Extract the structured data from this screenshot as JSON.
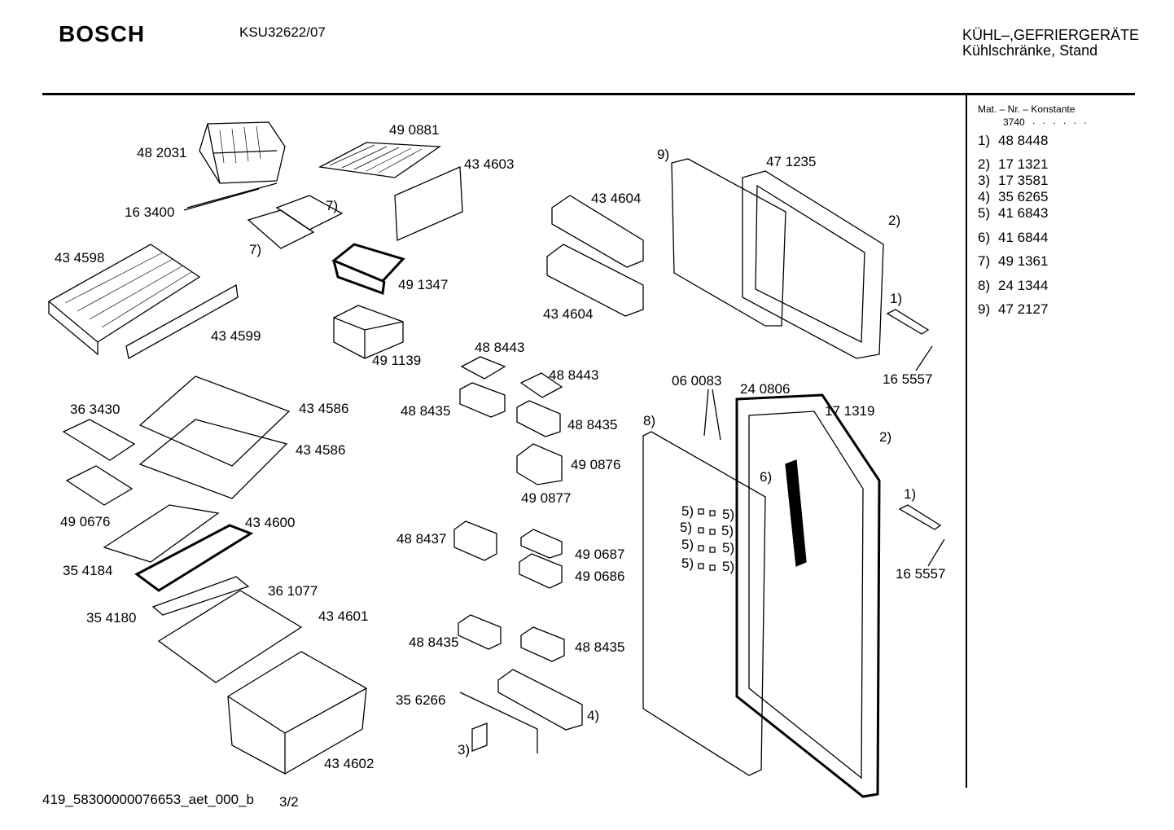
{
  "header": {
    "brand": "BOSCH",
    "model": "KSU32622/07",
    "category_line1": "KÜHL–,GEFRIERGERÄTE",
    "category_line2": "Kühlschränke, Stand"
  },
  "legend": {
    "title": "Mat. – Nr. – Konstante",
    "value": "3740",
    "dots": ". .  . . . .",
    "items": [
      {
        "key": "1)",
        "num": "48 8448"
      },
      {
        "key": "2)",
        "num": "17 1321"
      },
      {
        "key": "3)",
        "num": "17 3581"
      },
      {
        "key": "4)",
        "num": "35 6265"
      },
      {
        "key": "5)",
        "num": "41 6843"
      },
      {
        "key": "6)",
        "num": "41 6844"
      },
      {
        "key": "7)",
        "num": "49 1361"
      },
      {
        "key": "8)",
        "num": "24 1344"
      },
      {
        "key": "9)",
        "num": "47 2127"
      }
    ]
  },
  "labels": [
    "48 2031",
    "49 0881",
    "43 4603",
    "16 3400",
    "7)",
    "7)",
    "43 4598",
    "49 1347",
    "43 4599",
    "49 1139",
    "43 4604",
    "43 4604",
    "9)",
    "47 1235",
    "2)",
    "1)",
    "16 5557",
    "48 8443",
    "48 8443",
    "48 8435",
    "48 8435",
    "36 3430",
    "43 4586",
    "43 4586",
    "06 0083",
    "24 0806",
    "17 1319",
    "8)",
    "2)",
    "6)",
    "49 0876",
    "49 0877",
    "1)",
    "16 5557",
    "49 0676",
    "43 4600",
    "5)",
    "5)",
    "5)",
    "5)",
    "5)",
    "5)",
    "5)",
    "5)",
    "48 8437",
    "49 0687",
    "49 0686",
    "35 4184",
    "36 1077",
    "35 4180",
    "43 4601",
    "48 8435",
    "48 8435",
    "35 6266",
    "4)",
    "3)",
    "43 4602"
  ],
  "footer": {
    "drawing_id": "419_58300000076653_aet_000_b",
    "page": "3/2"
  }
}
